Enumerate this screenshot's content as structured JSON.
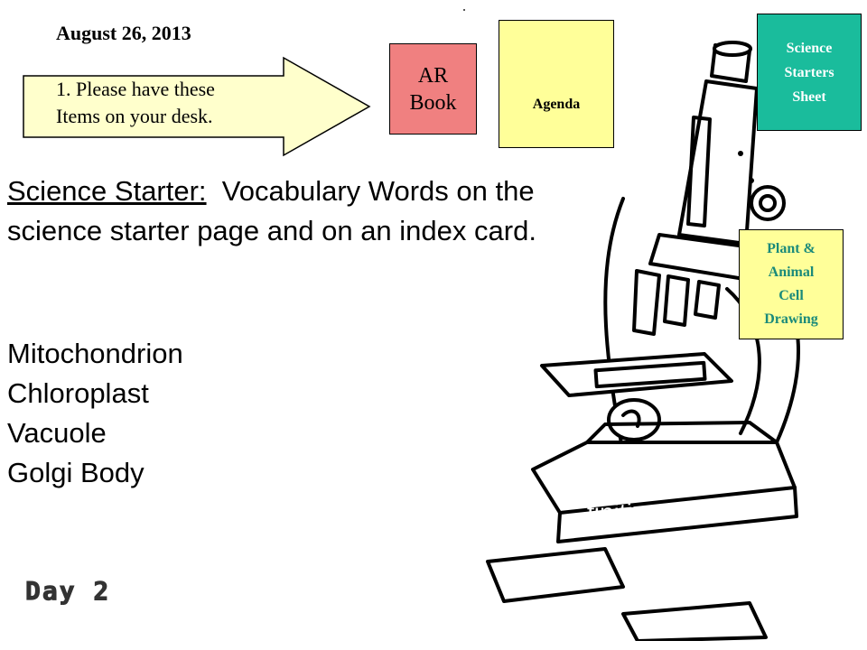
{
  "slide": {
    "date": "August 26, 2013",
    "arrow_text_line1": "1. Please have these",
    "arrow_text_line2": "Items on your desk.",
    "ar_book_line1": "AR",
    "ar_book_line2": "Book",
    "agenda": "Agenda",
    "science_starters_line1": "Science",
    "science_starters_line2": "Starters",
    "science_starters_line3": "Sheet",
    "cell_drawing_line1": "Plant &",
    "cell_drawing_line2": "Animal",
    "cell_drawing_line3": "Cell",
    "cell_drawing_line4": "Drawing",
    "starter_label": "Science Starter:",
    "starter_text": "Vocabulary Words on the science starter page and on an index card.",
    "vocabulary": [
      "Mitochondrion",
      "Chloroplast",
      "Vacuole",
      "Golgi Body"
    ],
    "hidden_text": "finitions to",
    "day_label": "Day 2"
  },
  "colors": {
    "ar_book": "#f08080",
    "agenda": "#ffff99",
    "science_starters": "#1abc9c",
    "cell_drawing": "#ffff99",
    "arrow_fill": "#ffffcc"
  }
}
